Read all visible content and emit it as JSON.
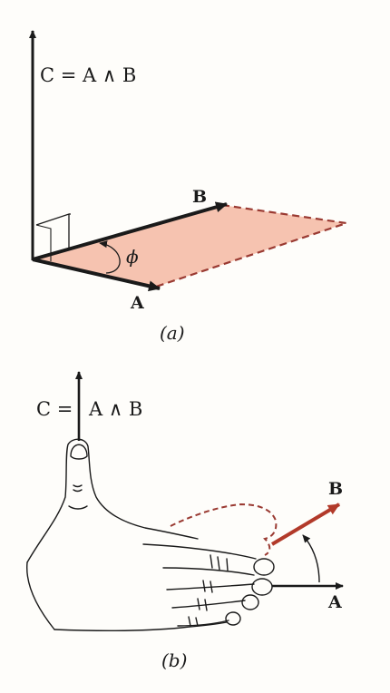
{
  "colors": {
    "ink": "#1a1a1a",
    "plane_fill": "#f6c3b0",
    "plane_edge": "#9a3a32",
    "vector_b_bottom": "#b23a2a",
    "paper": "#fefdfa"
  },
  "panel_a": {
    "equation": "C = A ∧ B",
    "label_a": "A",
    "label_b": "B",
    "angle_label": "ϕ",
    "caption": "(a)"
  },
  "panel_b": {
    "equation_left": "C =",
    "equation_right": "A ∧ B",
    "label_a": "A",
    "label_b": "B",
    "caption": "(b)"
  }
}
